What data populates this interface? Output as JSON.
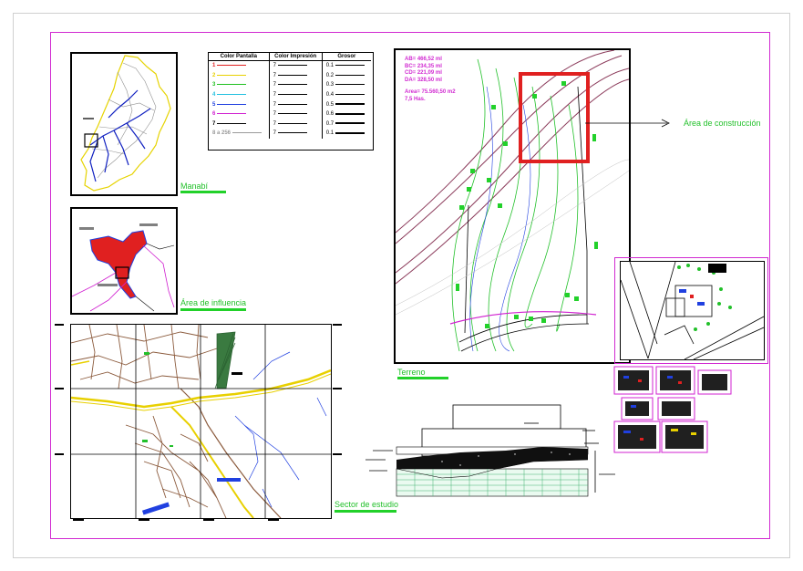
{
  "labels": {
    "manabi": "Manabí",
    "area_influencia": "Área de influencia",
    "sector_estudio": "Sector de estudio",
    "terreno": "Terreno",
    "area_construccion": "Área de construcción"
  },
  "legend": {
    "headers": [
      "Color Pantalla",
      "Color Impresión",
      "Grosor"
    ],
    "rows": [
      {
        "num": "1",
        "print": "7",
        "grosor": "0.1",
        "color": "#e02020"
      },
      {
        "num": "2",
        "print": "7",
        "grosor": "0.2",
        "color": "#e8d000"
      },
      {
        "num": "3",
        "print": "7",
        "grosor": "0.3",
        "color": "#20c020"
      },
      {
        "num": "4",
        "print": "7",
        "grosor": "0.4",
        "color": "#20c0e0"
      },
      {
        "num": "5",
        "print": "7",
        "grosor": "0.5",
        "color": "#2040e0"
      },
      {
        "num": "6",
        "print": "7",
        "grosor": "0.6",
        "color": "#d020d0"
      },
      {
        "num": "7",
        "print": "7",
        "grosor": "0.7",
        "color": "#000000"
      },
      {
        "num": "8 a 256",
        "print": "7",
        "grosor": "0.1",
        "color": "#9a9a9a"
      }
    ]
  },
  "terrain_stats": {
    "lines": [
      "AB= 466,52 ml",
      "BC= 234,35 ml",
      "CD= 221,09 ml",
      "DA= 328,50 ml",
      "",
      "Area= 75.560,50 m2",
      "7,5 Has."
    ]
  }
}
